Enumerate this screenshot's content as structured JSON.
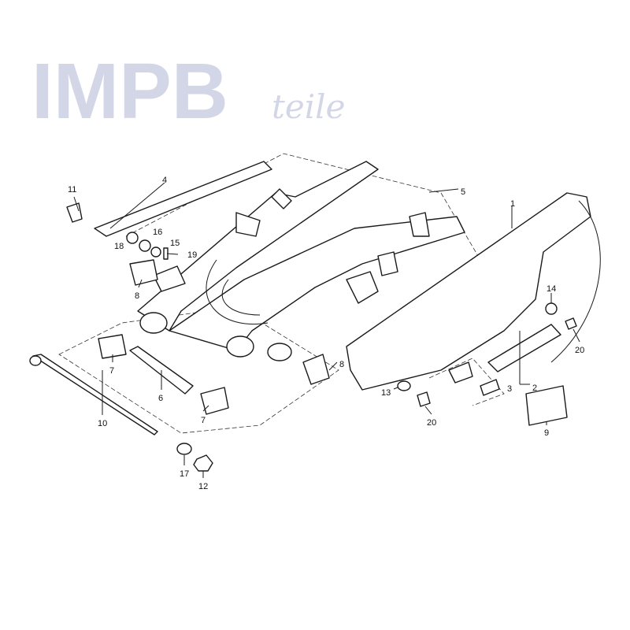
{
  "watermark": {
    "brand": "IMPB",
    "sub": "teile"
  },
  "callouts": [
    {
      "id": "c1",
      "text": "1"
    },
    {
      "id": "c2",
      "text": "2"
    },
    {
      "id": "c3",
      "text": "3"
    },
    {
      "id": "c4",
      "text": "4"
    },
    {
      "id": "c5",
      "text": "5"
    },
    {
      "id": "c6",
      "text": "6"
    },
    {
      "id": "c7a",
      "text": "7"
    },
    {
      "id": "c7b",
      "text": "7"
    },
    {
      "id": "c8a",
      "text": "8"
    },
    {
      "id": "c8b",
      "text": "8"
    },
    {
      "id": "c9",
      "text": "9"
    },
    {
      "id": "c10",
      "text": "10"
    },
    {
      "id": "c11",
      "text": "11"
    },
    {
      "id": "c12",
      "text": "12"
    },
    {
      "id": "c13",
      "text": "13"
    },
    {
      "id": "c14",
      "text": "14"
    },
    {
      "id": "c15",
      "text": "15"
    },
    {
      "id": "c16",
      "text": "16"
    },
    {
      "id": "c17",
      "text": "17"
    },
    {
      "id": "c18",
      "text": "18"
    },
    {
      "id": "c19",
      "text": "19"
    },
    {
      "id": "c20a",
      "text": "20"
    },
    {
      "id": "c20b",
      "text": "20"
    }
  ]
}
